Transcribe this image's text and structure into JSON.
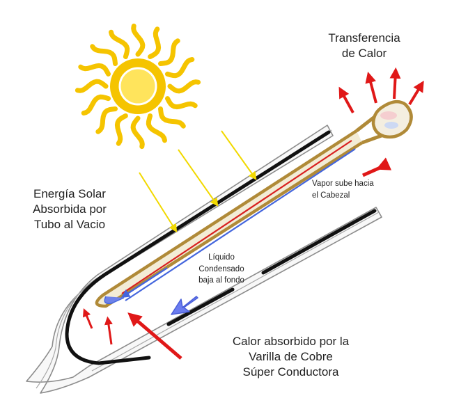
{
  "labels": {
    "heat_transfer": [
      "Transferencia",
      "de Calor"
    ],
    "solar_energy": [
      "Energía Solar",
      "Absorbida por",
      "Tubo al Vacio"
    ],
    "vapor": [
      "Vapor sube hacia",
      "el Cabezal"
    ],
    "liquid": [
      "Líquido",
      "Condensado",
      "baja al fondo"
    ],
    "copper_rod": [
      "Calor absorbido por la",
      "Varilla de Cobre",
      "Súper Conductora"
    ]
  },
  "colors": {
    "sun": "#f5c400",
    "sun_ray": "#f2d900",
    "heat_arrow": "#e01818",
    "vapor_line": "#d82020",
    "liquid_line": "#4466dd",
    "liquid_arrow": "#6b7cf0",
    "copper_rod": "#b08a38",
    "absorber": "#111111",
    "glass": "#888888"
  },
  "icons": [
    "sun-icon",
    "heat-arrow-icon",
    "sunlight-ray-icon",
    "condensate-arrow-icon"
  ]
}
